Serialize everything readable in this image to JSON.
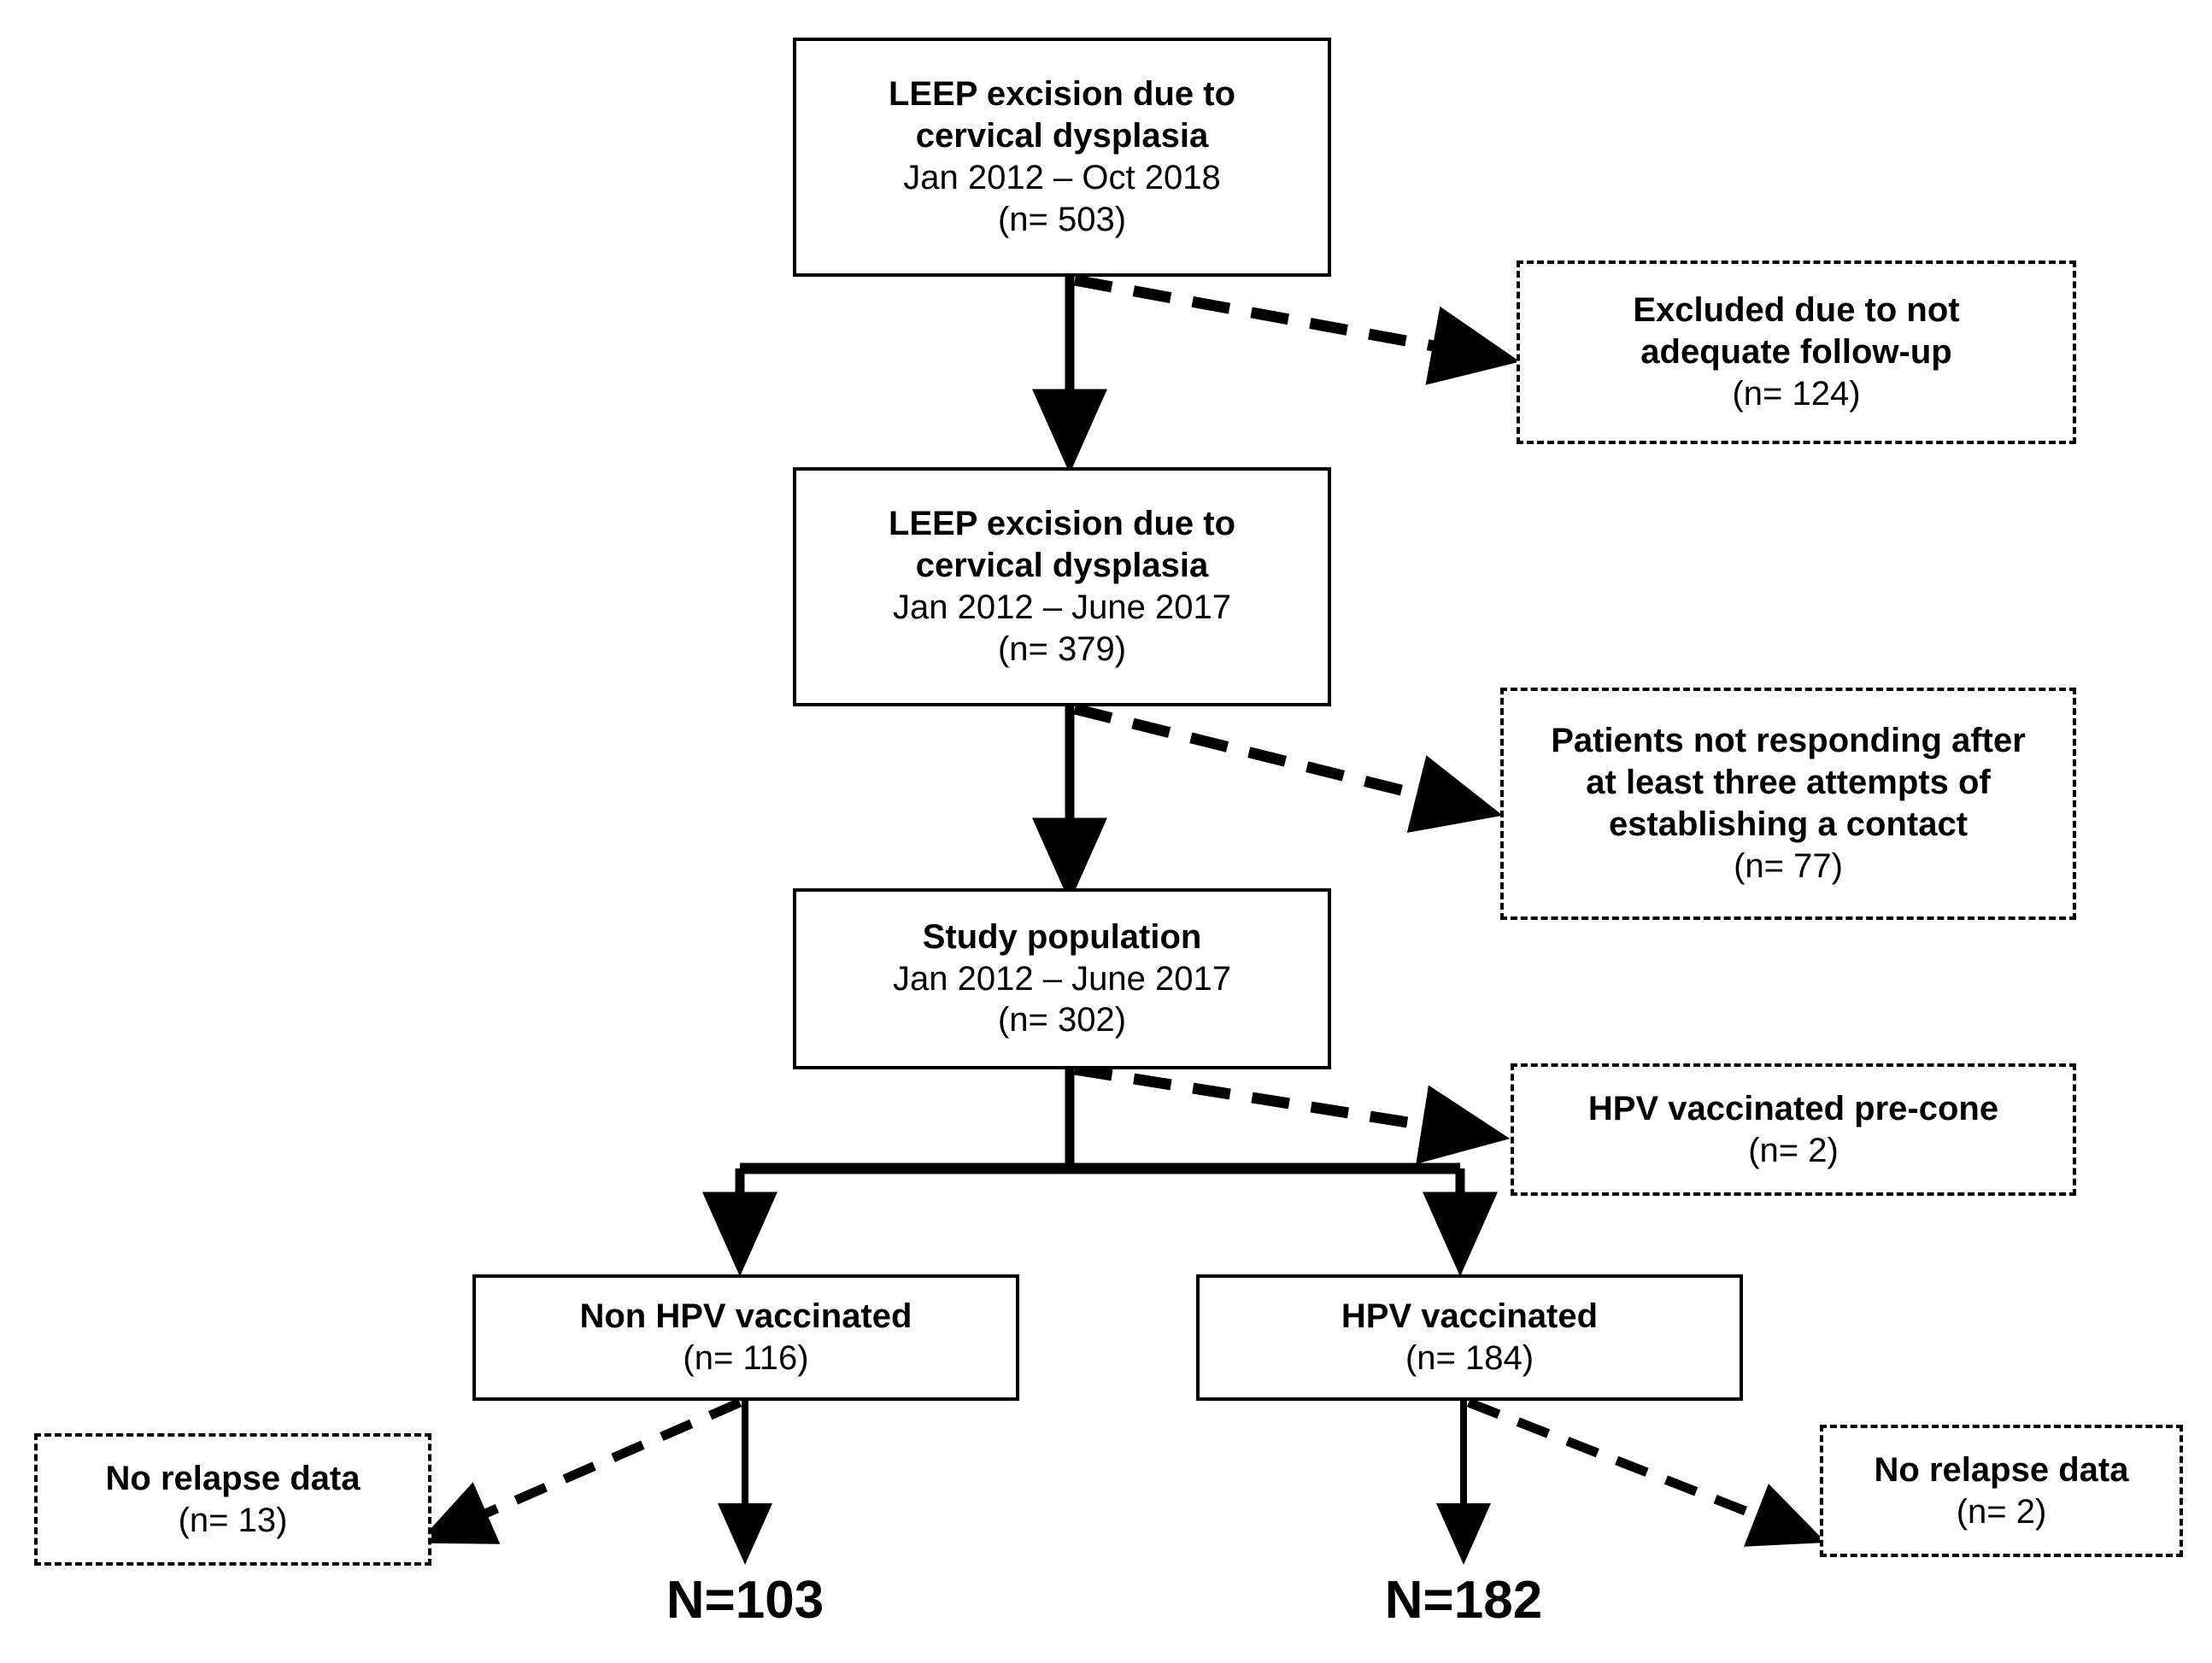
{
  "diagram": {
    "title": "LEEP excision study population flow diagram",
    "colors": {
      "stroke": "#000000",
      "background": "#ffffff",
      "text": "#000000"
    },
    "nodes": {
      "source_cohort": {
        "lines": [
          {
            "text": "LEEP excision due to",
            "bold": true
          },
          {
            "text": "cervical dysplasia",
            "bold": true
          },
          {
            "text": "Jan 2012 – Oct 2018",
            "bold": false
          },
          {
            "text": "(n= 503)",
            "bold": false
          }
        ]
      },
      "excluded_followup": {
        "lines": [
          {
            "text": "Excluded due to not",
            "bold": true
          },
          {
            "text": "adequate follow-up",
            "bold": true
          },
          {
            "text": "(n= 124)",
            "bold": false
          }
        ]
      },
      "eligible_cohort": {
        "lines": [
          {
            "text": "LEEP excision due to",
            "bold": true
          },
          {
            "text": "cervical dysplasia",
            "bold": true
          },
          {
            "text": "Jan 2012 – June 2017",
            "bold": false
          },
          {
            "text": "(n= 379)",
            "bold": false
          }
        ]
      },
      "excluded_nonresponders": {
        "lines": [
          {
            "text": "Patients not responding after",
            "bold": true
          },
          {
            "text": "at least three attempts of",
            "bold": true
          },
          {
            "text": "establishing a contact",
            "bold": true
          },
          {
            "text": "(n= 77)",
            "bold": false
          }
        ]
      },
      "study_population": {
        "lines": [
          {
            "text": "Study population",
            "bold": true
          },
          {
            "text": "Jan 2012 – June 2017",
            "bold": false
          },
          {
            "text": "(n= 302)",
            "bold": false
          }
        ]
      },
      "excluded_precone": {
        "lines": [
          {
            "text": "HPV vaccinated pre-cone",
            "bold": true
          },
          {
            "text": "(n= 2)",
            "bold": false
          }
        ]
      },
      "non_vaccinated": {
        "lines": [
          {
            "text": "Non HPV vaccinated",
            "bold": true
          },
          {
            "text": "(n= 116)",
            "bold": false
          }
        ]
      },
      "vaccinated": {
        "lines": [
          {
            "text": "HPV vaccinated",
            "bold": true
          },
          {
            "text": "(n= 184)",
            "bold": false
          }
        ]
      },
      "no_relapse_left": {
        "lines": [
          {
            "text": "No relapse data",
            "bold": true
          },
          {
            "text": "(n= 13)",
            "bold": false
          }
        ]
      },
      "no_relapse_right": {
        "lines": [
          {
            "text": "No relapse data",
            "bold": true
          },
          {
            "text": "(n= 2)",
            "bold": false
          }
        ]
      }
    },
    "terminals": {
      "non_vaccinated_total": "N=103",
      "vaccinated_total": "N=182"
    }
  }
}
